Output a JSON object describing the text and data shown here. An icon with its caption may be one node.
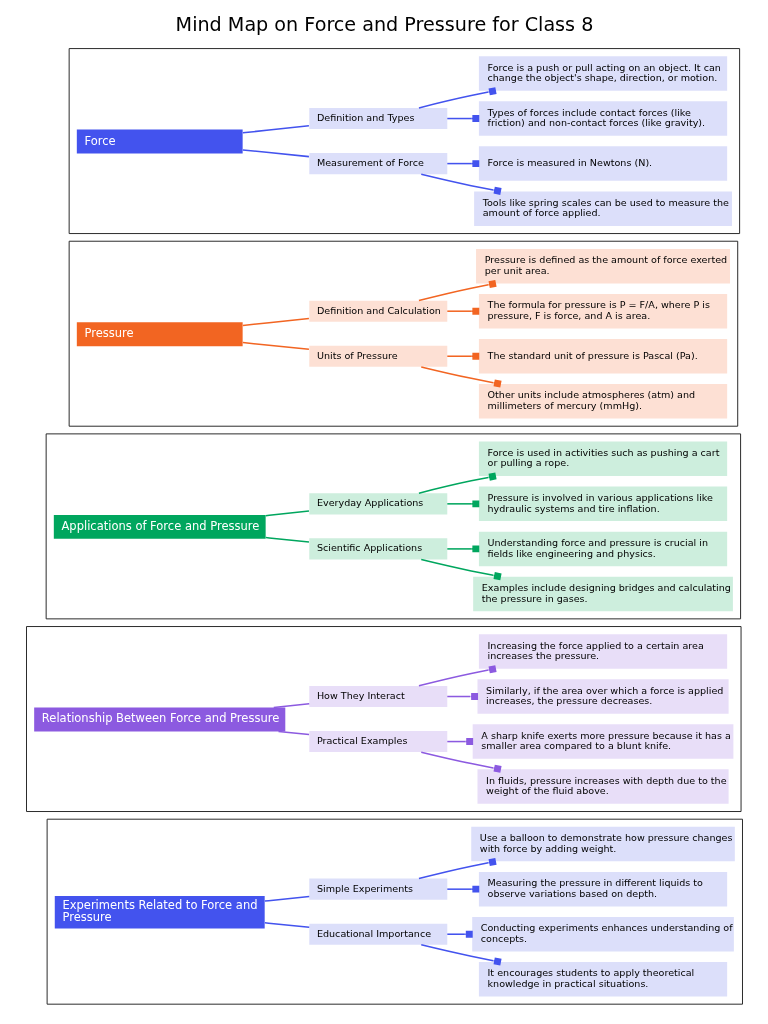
{
  "diagram": {
    "title": "Mind Map on Force and Pressure for Class 8",
    "nodes": [
      {
        "text": [],
        "shape": "box"
      },
      {
        "text": [
          "Force"
        ],
        "in": 0
      },
      {
        "text": [
          "Definition and Types"
        ],
        "in": 0
      },
      {
        "text": [
          "Force is a push or pull acting on an object. It can change the object's shape, direction, or motion."
        ],
        "in": 0
      },
      {
        "text": [
          "Types of forces include contact forces (like friction) and non-contact forces (like gravity)."
        ],
        "in": 0
      },
      {
        "text": [
          "Measurement of Force"
        ],
        "in": 0
      },
      {
        "text": [
          "Force is measured in Newtons (N)."
        ],
        "in": 0
      },
      {
        "text": [
          "Tools like spring scales can be used to measure the amount of force applied."
        ],
        "in": 0
      },
      {
        "text": [],
        "shape": "box"
      },
      {
        "text": [
          "Pressure"
        ],
        "in": 8
      },
      {
        "text": [
          "Definition and Calculation"
        ],
        "in": 8
      },
      {
        "text": [
          "Pressure is defined as the amount of force exerted per unit area."
        ],
        "in": 8
      },
      {
        "text": [
          "The formula for pressure is P = F/A, where P is pressure, F is force, and A is area."
        ],
        "in": 8
      },
      {
        "text": [
          "Units of Pressure"
        ],
        "in": 8
      },
      {
        "text": [
          "The standard unit of pressure is Pascal (Pa)."
        ],
        "in": 8
      },
      {
        "text": [
          "Other units include atmospheres (atm) and millimeters of mercury (mmHg)."
        ],
        "in": 8
      },
      {
        "text": [],
        "shape": "box"
      },
      {
        "text": [
          "Applications of Force and Pressure"
        ],
        "in": 16
      },
      {
        "text": [
          "Everyday Applications"
        ],
        "in": 16
      },
      {
        "text": [
          "Force is used in activities such as pushing a cart or pulling a rope."
        ],
        "in": 16
      },
      {
        "text": [
          "Pressure is involved in various applications like hydraulic systems and tire inflation."
        ],
        "in": 16
      },
      {
        "text": [
          "Scientific Applications"
        ],
        "in": 16
      },
      {
        "text": [
          "Understanding force and pressure is crucial in fields like engineering and physics."
        ],
        "in": 16
      },
      {
        "text": [
          "Examples include designing bridges and calculating the pressure in gases."
        ],
        "in": 16
      },
      {
        "text": [],
        "shape": "box"
      },
      {
        "text": [
          "Relationship Between Force and Pressure"
        ],
        "in": 24
      },
      {
        "text": [
          "How They Interact"
        ],
        "in": 24
      },
      {
        "text": [
          "Increasing the force applied to a certain area increases the pressure."
        ],
        "in": 24
      },
      {
        "text": [
          "Similarly, if the area over which a force is applied increases, the pressure decreases."
        ],
        "in": 24
      },
      {
        "text": [
          "Practical Examples"
        ],
        "in": 24
      },
      {
        "text": [
          "A sharp knife exerts more pressure because it has a smaller area compared to a blunt knife."
        ],
        "in": 24
      },
      {
        "text": [
          "In fluids, pressure increases with depth due to the weight of the fluid above."
        ],
        "in": 24
      },
      {
        "text": [],
        "shape": "box"
      },
      {
        "text": [
          "Experiments Related to Force and Pressure"
        ],
        "in": 32
      },
      {
        "text": [
          "Simple Experiments"
        ],
        "in": 32
      },
      {
        "text": [
          "Use a balloon to demonstrate how pressure changes with force by adding weight."
        ],
        "in": 32
      },
      {
        "text": [
          "Measuring the pressure in different liquids to observe variations based on depth."
        ],
        "in": 32
      },
      {
        "text": [
          "Educational Importance"
        ],
        "in": 32
      },
      {
        "text": [
          "Conducting experiments enhances understanding of concepts."
        ],
        "in": 32
      },
      {
        "text": [
          "It encourages students to apply theoretical knowledge in practical situations."
        ],
        "in": 32
      }
    ],
    "edges": [
      {
        "from": 1,
        "to": 2,
        "arrow": "none"
      },
      {
        "from": 1,
        "to": 5,
        "arrow": "none"
      },
      {
        "from": 2,
        "to": 3,
        "arrow": "other"
      },
      {
        "from": 2,
        "to": 4,
        "arrow": "other"
      },
      {
        "from": 5,
        "to": 6,
        "arrow": "other"
      },
      {
        "from": 5,
        "to": 7,
        "arrow": "other"
      },
      {
        "from": 9,
        "to": 10,
        "arrow": "none",
        "color": "#f26522"
      },
      {
        "from": 9,
        "to": 13,
        "arrow": "none",
        "color": "#f26522"
      },
      {
        "from": 10,
        "to": 11,
        "arrow": "other",
        "color": "#f26522"
      },
      {
        "from": 10,
        "to": 12,
        "arrow": "other",
        "color": "#f26522"
      },
      {
        "from": 13,
        "to": 14,
        "arrow": "other",
        "color": "#f26522"
      },
      {
        "from": 13,
        "to": 15,
        "arrow": "other",
        "color": "#f26522"
      },
      {
        "from": 17,
        "to": 18,
        "arrow": "none",
        "color": "#00a65e"
      },
      {
        "from": 17,
        "to": 21,
        "arrow": "none",
        "color": "#00a65e"
      },
      {
        "from": 18,
        "to": 19,
        "arrow": "other",
        "color": "#00a65e"
      },
      {
        "from": 18,
        "to": 20,
        "arrow": "other",
        "color": "#00a65e"
      },
      {
        "from": 21,
        "to": 22,
        "arrow": "other",
        "color": "#00a65e"
      },
      {
        "from": 21,
        "to": 23,
        "arrow": "other",
        "color": "#00a65e"
      },
      {
        "from": 25,
        "to": 26,
        "arrow": "none",
        "color": "#8c5ae0"
      },
      {
        "from": 25,
        "to": 29,
        "arrow": "none",
        "color": "#8c5ae0"
      },
      {
        "from": 26,
        "to": 27,
        "arrow": "other",
        "color": "#8c5ae0"
      },
      {
        "from": 26,
        "to": 28,
        "arrow": "other",
        "color": "#8c5ae0"
      },
      {
        "from": 29,
        "to": 30,
        "arrow": "other",
        "color": "#8c5ae0"
      },
      {
        "from": 29,
        "to": 31,
        "arrow": "other",
        "color": "#8c5ae0"
      },
      {
        "from": 33,
        "to": 34,
        "arrow": "none"
      },
      {
        "from": 33,
        "to": 37,
        "arrow": "none"
      },
      {
        "from": 34,
        "to": 35,
        "arrow": "other"
      },
      {
        "from": 34,
        "to": 36,
        "arrow": "other"
      },
      {
        "from": 37,
        "to": 38,
        "arrow": "other"
      },
      {
        "from": 37,
        "to": 39,
        "arrow": "other"
      }
    ]
  }
}
